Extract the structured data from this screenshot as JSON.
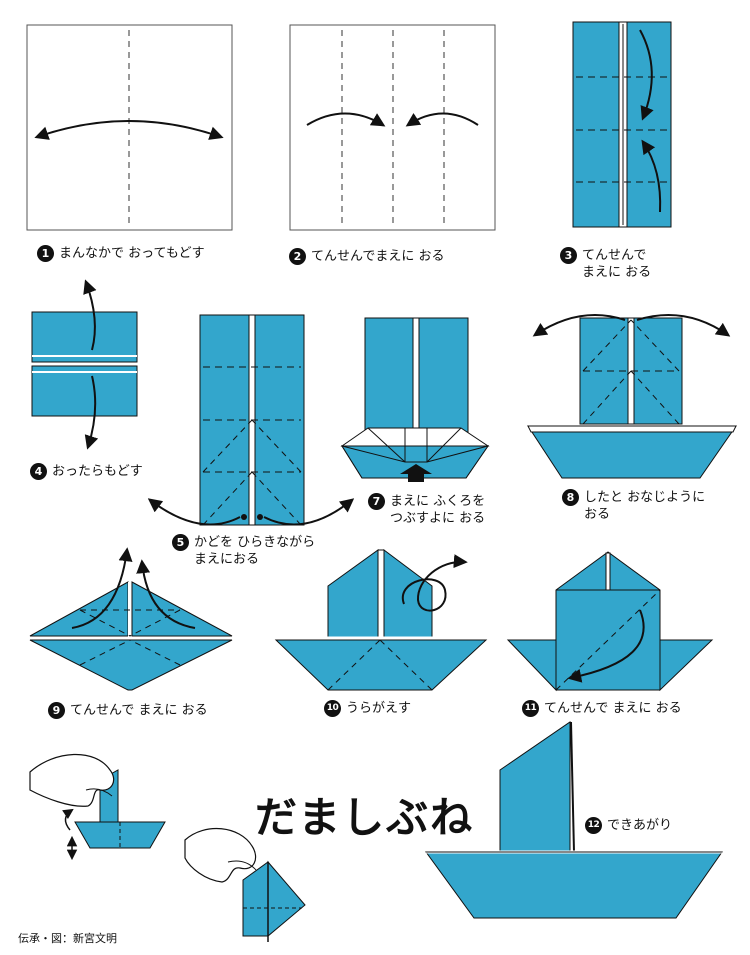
{
  "title": "だましぶね",
  "credit": "伝承・図：新宮文明",
  "colors": {
    "paper": "#33a6cc",
    "ink": "#111111",
    "white": "#ffffff"
  },
  "steps": [
    {
      "num": "1",
      "text": "まんなかで おってもどす"
    },
    {
      "num": "2",
      "text": "てんせんでまえに おる"
    },
    {
      "num": "3",
      "text": "てんせんで\nまえに おる"
    },
    {
      "num": "4",
      "text": "おったらもどす"
    },
    {
      "num": "5",
      "text": "かどを ひらきながら\nまえにおる"
    },
    {
      "num": "7",
      "text": "まえに ふくろを\nつぶすよに おる"
    },
    {
      "num": "8",
      "text": "したと おなじように\nおる"
    },
    {
      "num": "9",
      "text": "てんせんで まえに おる"
    },
    {
      "num": "10",
      "text": "うらがえす"
    },
    {
      "num": "11",
      "text": "てんせんで まえに おる"
    },
    {
      "num": "12",
      "text": "できあがり"
    }
  ]
}
